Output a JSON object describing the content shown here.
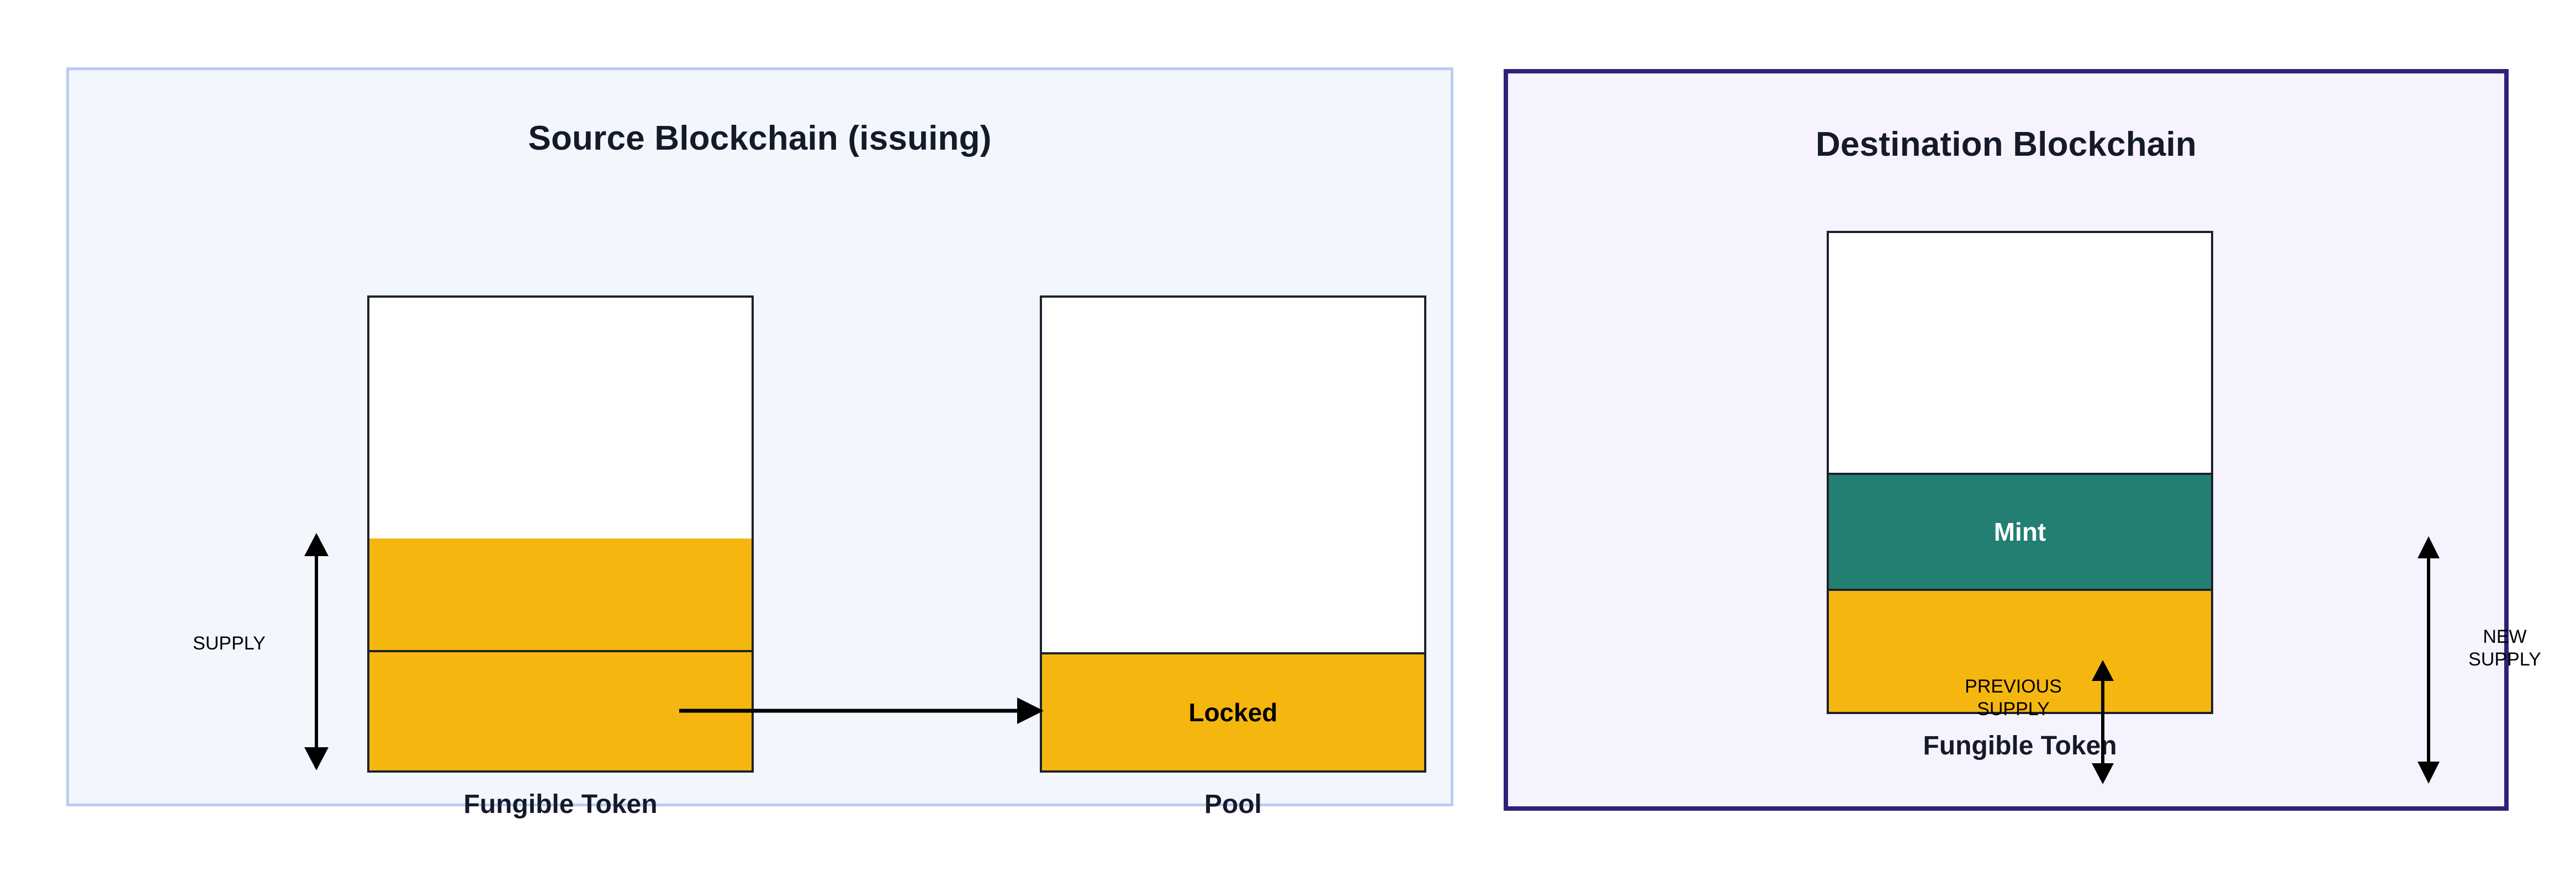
{
  "diagram": {
    "title_source": "Source Blockchain (issuing)",
    "title_destination": "Destination Blockchain",
    "colors": {
      "gold": "#f5b70f",
      "teal": "#227f71",
      "source_panel_border": "#b9cdf2",
      "source_panel_fill": "#f2f6fd",
      "destination_panel_border": "#2f2178",
      "destination_panel_fill": "#f6f3fe",
      "outline": "#1d2230",
      "text": "#151a2b"
    }
  },
  "source": {
    "panel_title": "Source Blockchain (issuing)",
    "token_stack": {
      "caption": "Fungible Token",
      "segments": [
        {
          "name": "headroom",
          "label": "",
          "fill": "white"
        },
        {
          "name": "supply-upper",
          "label": "",
          "fill": "gold"
        },
        {
          "name": "supply-lower",
          "label": "",
          "fill": "gold"
        }
      ]
    },
    "pool_stack": {
      "caption": "Pool",
      "segments": [
        {
          "name": "empty",
          "label": "",
          "fill": "white"
        },
        {
          "name": "locked",
          "label": "Locked",
          "fill": "gold"
        }
      ]
    },
    "supply_measure": {
      "label": "SUPPLY"
    }
  },
  "destination": {
    "panel_title": "Destination Blockchain",
    "token_stack": {
      "caption": "Fungible Token",
      "segments": [
        {
          "name": "headroom",
          "label": "",
          "fill": "white"
        },
        {
          "name": "mint",
          "label": "Mint",
          "fill": "teal"
        },
        {
          "name": "previous-supply",
          "label": "",
          "fill": "gold"
        }
      ]
    },
    "previous_supply_measure": {
      "label": "PREVIOUS\nSUPPLY"
    },
    "new_supply_measure": {
      "label": "NEW\nSUPPLY"
    }
  },
  "transfer": {
    "direction": "source-to-pool",
    "label": ""
  }
}
